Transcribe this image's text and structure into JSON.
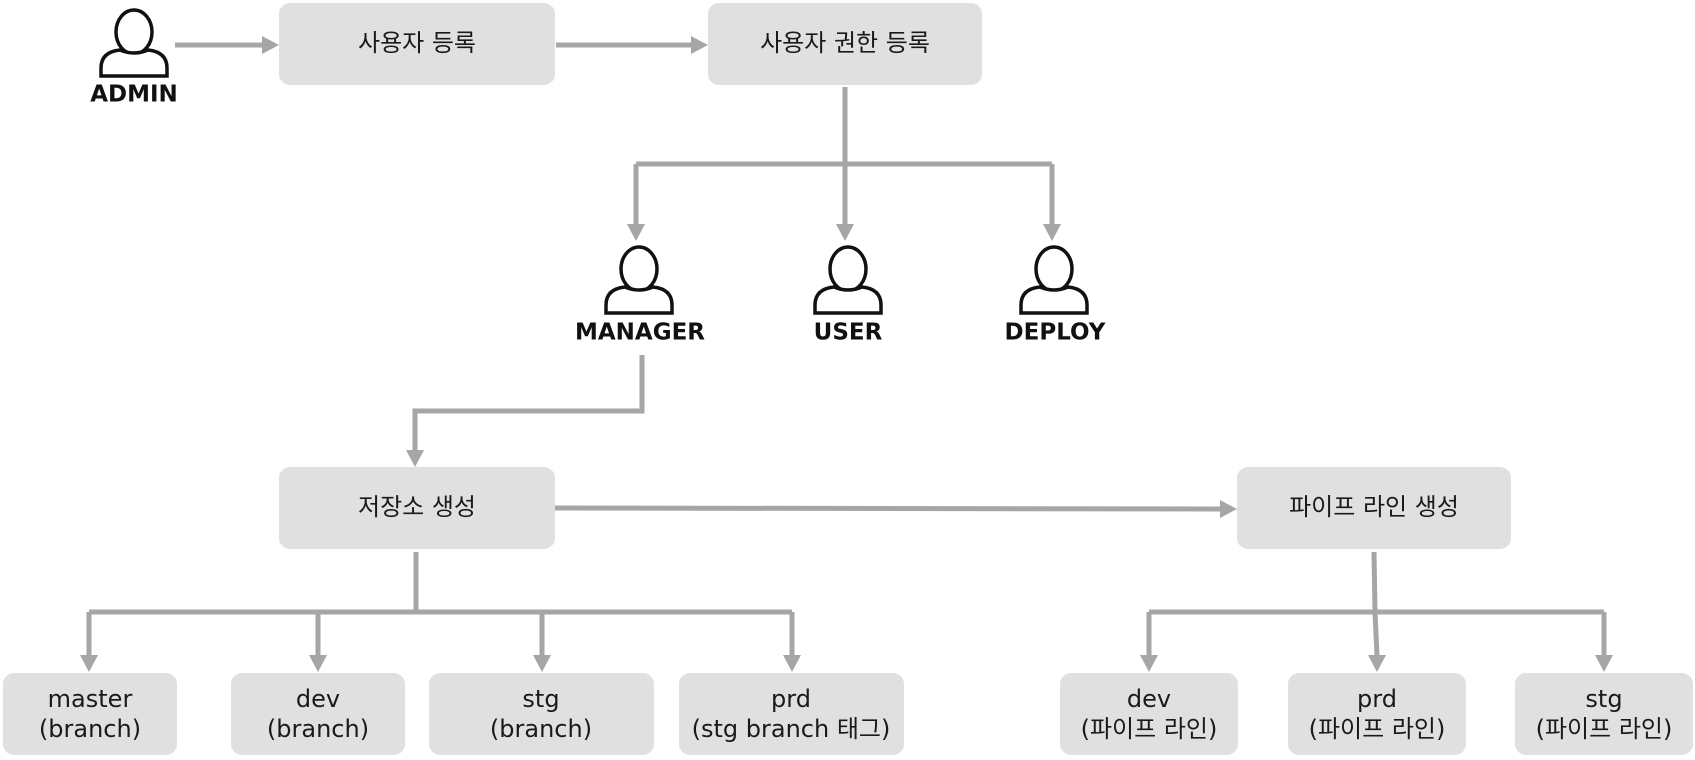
{
  "actors": {
    "admin": "ADMIN",
    "manager": "MANAGER",
    "user": "USER",
    "deploy": "DEPLOY"
  },
  "steps": {
    "user_register": "사용자 등록",
    "user_permission_register": "사용자 권한 등록",
    "repo_create": "저장소 생성",
    "pipeline_create": "파이프 라인 생성"
  },
  "branches": [
    {
      "line1": "master",
      "line2": "(branch)"
    },
    {
      "line1": "dev",
      "line2": "(branch)"
    },
    {
      "line1": "stg",
      "line2": "(branch)"
    },
    {
      "line1": "prd",
      "line2": "(stg branch 태그)"
    }
  ],
  "pipelines": [
    {
      "line1": "dev",
      "line2": "(파이프 라인)"
    },
    {
      "line1": "prd",
      "line2": "(파이프 라인)"
    },
    {
      "line1": "stg",
      "line2": "(파이프 라인)"
    }
  ],
  "colors": {
    "box_fill": "#e0e0e0",
    "connector": "#a6a6a6",
    "text": "#1a1a1a",
    "icon_stroke": "#111111"
  },
  "icons": {
    "actor": "person-icon"
  }
}
